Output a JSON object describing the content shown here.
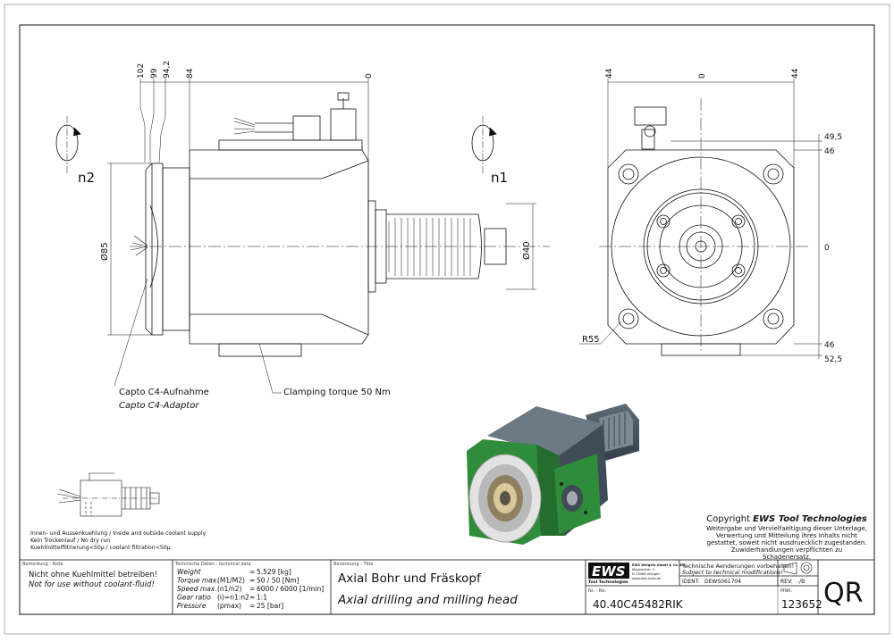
{
  "dimensions_side": {
    "d102": "102",
    "d99": "99",
    "d94_2": "94,2",
    "d84": "84",
    "d0": "0",
    "dia85": "Ø85",
    "dia40": "Ø40"
  },
  "rotation": {
    "n2": "n2",
    "n1": "n1"
  },
  "dimensions_front": {
    "d44_left": "44",
    "d0_top": "0",
    "d44_right": "44",
    "d49_5": "49,5",
    "d46_top": "46",
    "d0_right": "0",
    "d46_bottom": "46",
    "d52_5": "52,5",
    "r55": "R55"
  },
  "callouts": {
    "capto_de": "Capto C4-Aufnahme",
    "capto_en": "Capto C4-Adaptor",
    "clamping": "Clamping torque 50 Nm"
  },
  "coolant_notes": {
    "line1": "Innen- und Aussenkuehlung / Inside and outside coolant supply",
    "line2": "Kein Trockenlauf / No dry run",
    "line3": "Kuehlmittelfiltrierung<50µ / coolant filtration<50µ"
  },
  "copyright": {
    "title_prefix": "Copyright ",
    "title_brand": "EWS Tool Technologies",
    "line1": "Weitergabe und Vervielfaeltigung dieser Unterlage,",
    "line2": "Verwertung und Mitteilung ihres Inhalts nicht",
    "line3": "gestattet, soweit nicht ausdruecklich zugestanden.",
    "line4": "Zuwiderhandlungen verpflichten zu Schadenersatz."
  },
  "title_block": {
    "note_header": "Bemerkung - Note",
    "note_de": "Nicht ohne Kuehlmittel betreiben!",
    "note_en": "Not for use without coolant-fluid!",
    "tech_header": "Technische Daten - technical data",
    "tech_rows": [
      {
        "label": "Weight",
        "sym": "",
        "eq": "=",
        "value": "5.529 [kg]"
      },
      {
        "label": "Torque max.",
        "sym": "(M1/M2)",
        "eq": "=",
        "value": "50 / 50 [Nm]"
      },
      {
        "label": "Speed max.",
        "sym": "(n1/n2)",
        "eq": "=",
        "value": "6000 / 6000 [1/min]"
      },
      {
        "label": "Gear ratio",
        "sym": "(i)=n1:n2",
        "eq": "=",
        "value": "1:1"
      },
      {
        "label": "Pressure",
        "sym": "(pmax)",
        "eq": "=",
        "value": "25 [bar]"
      }
    ],
    "title_header": "Benennung - Title",
    "title_de": "Axial Bohr und Fräskopf",
    "title_en": "Axial drilling and milling head",
    "ews_logo": "EWS",
    "ews_logo_sub": "Tool Technologies",
    "ews_addr1": "EWS Weigele GmbH & Co. KG",
    "ews_addr2": "Maybachstr. 1",
    "ews_addr3": "D-73066 Uhingen",
    "ews_addr4": "www.ews-tools.de",
    "changes_de": "Technische Aenderungen vorbehalten!",
    "changes_en": "Subject to technical modifications!",
    "ident_label": "IDENT:",
    "ident_value": "DEWS061704",
    "rev_label": "REV:",
    "rev_value": "-/B",
    "nr_label": "Nr. - No.",
    "part_number": "40.40C45482RIK",
    "mnr_label": "MNR:",
    "mnr_value": "123652",
    "qr_label": "QR"
  },
  "colors": {
    "body_steel": "#4b5863",
    "flange_green": "#2f8c3a",
    "line": "#111111"
  }
}
